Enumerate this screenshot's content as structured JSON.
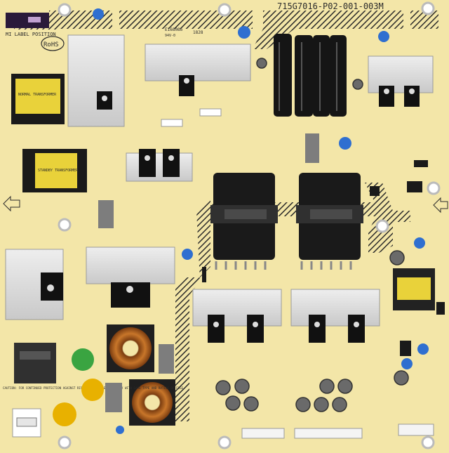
{
  "board": {
    "part_number": "715G7016-P02-001-003M",
    "mi_label": "MI LABEL POSITION",
    "rohs": "RoHS",
    "cert_code": "E168086",
    "cert_small": "94V-0",
    "date_code": "1828",
    "caution_text": "CAUTION: FOR CONTINUED PROTECTION AGAINST RISK OF FIRE, REPLACE ONLY WITH SAME TYPE AND RATING OF FUSE."
  },
  "colors": {
    "pcb": "#f3e6a8",
    "heatsink": "#dcdcdc",
    "transformer": "#1a1a1a",
    "yellow_core": "#e9d23a",
    "copper": "#b5651d",
    "capacitor_blue": "#2f6fd0",
    "capacitor_yellow": "#e8b100",
    "capacitor_green": "#3aa441"
  }
}
